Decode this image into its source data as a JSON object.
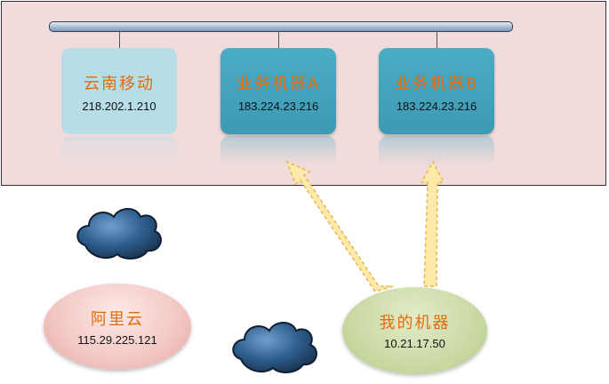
{
  "network_zone": {
    "nodes": [
      {
        "name": "云南移动",
        "ip": "218.202.1.210"
      },
      {
        "name": "业务机器A",
        "ip": "183.224.23.216"
      },
      {
        "name": "业务机器B",
        "ip": "183.224.23.216"
      }
    ]
  },
  "aliyun": {
    "name": "阿里云",
    "ip": "115.29.225.121"
  },
  "my_machine": {
    "name": "我的机器",
    "ip": "10.21.17.50"
  },
  "colors": {
    "zone_bg": "#f2dcdb",
    "label": "#e46c0a",
    "node_light": "#b6dde8",
    "node_dark": "#4bacc6",
    "arrow_fill": "#fde9a9",
    "cloud": "#2f5f8f"
  },
  "icons": [
    "cloud-icon",
    "cloud-icon"
  ]
}
